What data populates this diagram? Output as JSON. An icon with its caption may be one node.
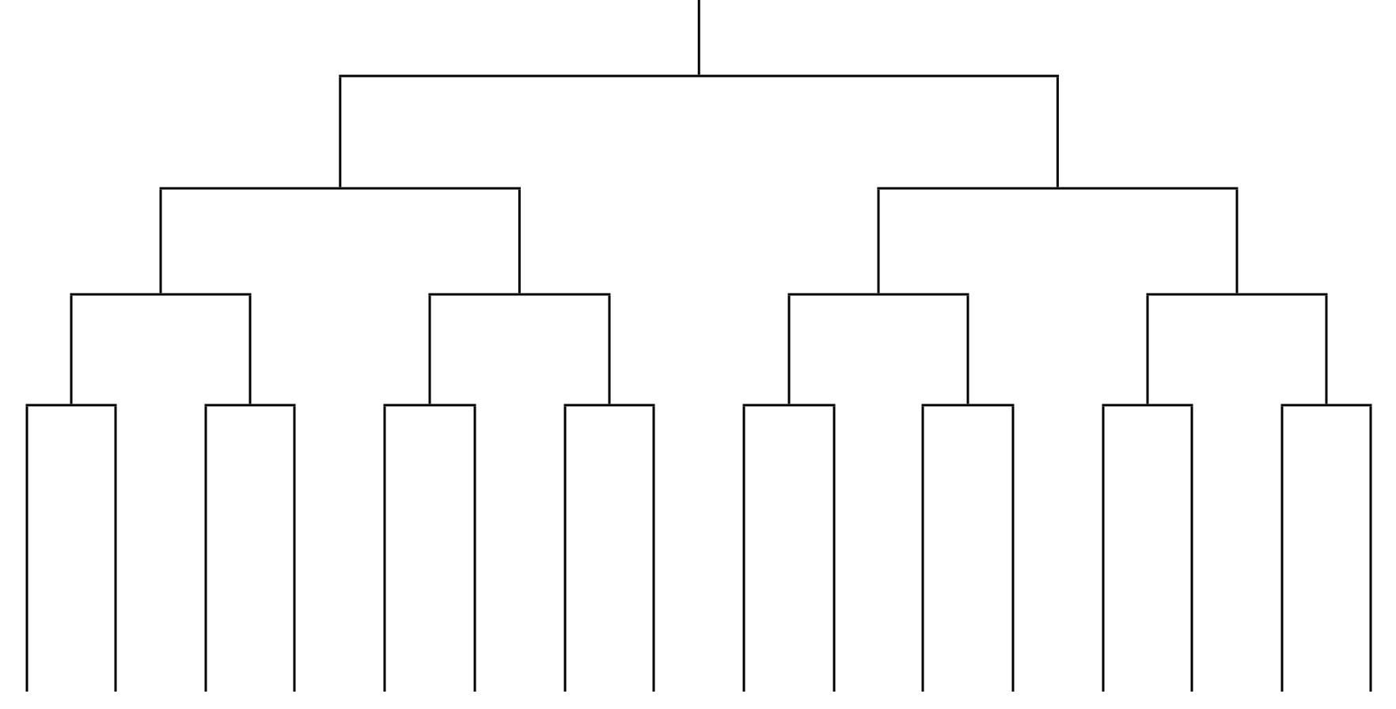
{
  "diagram": {
    "nodes": [
      {
        "text": [],
        "shape": "bar"
      },
      {
        "text": [],
        "shape": "bar"
      },
      {
        "text": [],
        "shape": "bar"
      },
      {
        "text": [],
        "shape": "bar"
      },
      {
        "text": [],
        "shape": "bar"
      },
      {
        "text": [],
        "shape": "bar"
      },
      {
        "text": [],
        "shape": "bar"
      },
      {
        "text": [],
        "shape": "bar"
      },
      {
        "text": [],
        "shape": "bar"
      },
      {
        "text": [],
        "shape": "bar"
      },
      {
        "text": [],
        "shape": "bar"
      },
      {
        "text": [],
        "shape": "bar"
      },
      {
        "text": [],
        "shape": "bar"
      },
      {
        "text": [],
        "shape": "bar"
      },
      {
        "text": [],
        "shape": "bar"
      }
    ],
    "edges": [
      {
        "from": null,
        "to": 0,
        "arrow": "none"
      },
      {
        "from": 0,
        "to": 1,
        "arrow": "none"
      },
      {
        "from": 0,
        "to": 2,
        "arrow": "none"
      },
      {
        "from": 1,
        "to": 3,
        "arrow": "none"
      },
      {
        "from": 1,
        "to": 4,
        "arrow": "none"
      },
      {
        "from": 2,
        "to": 5,
        "arrow": "none"
      },
      {
        "from": 2,
        "to": 6,
        "arrow": "none"
      },
      {
        "from": 3,
        "to": 7,
        "arrow": "none"
      },
      {
        "from": 3,
        "to": 8,
        "arrow": "none"
      },
      {
        "from": 4,
        "to": 9,
        "arrow": "none"
      },
      {
        "from": 4,
        "to": 10,
        "arrow": "none"
      },
      {
        "from": 5,
        "to": 11,
        "arrow": "none"
      },
      {
        "from": 5,
        "to": 12,
        "arrow": "none"
      },
      {
        "from": 6,
        "to": 13,
        "arrow": "none"
      },
      {
        "from": 6,
        "to": 14,
        "arrow": "none"
      },
      {
        "from": 7,
        "to": null,
        "arrow": "none"
      },
      {
        "from": 7,
        "to": null,
        "arrow": "none"
      },
      {
        "from": 8,
        "to": null,
        "arrow": "none"
      },
      {
        "from": 8,
        "to": null,
        "arrow": "none"
      },
      {
        "from": 9,
        "to": null,
        "arrow": "none"
      },
      {
        "from": 9,
        "to": null,
        "arrow": "none"
      },
      {
        "from": 10,
        "to": null,
        "arrow": "none"
      },
      {
        "from": 10,
        "to": null,
        "arrow": "none"
      },
      {
        "from": 11,
        "to": null,
        "arrow": "none"
      },
      {
        "from": 11,
        "to": null,
        "arrow": "none"
      },
      {
        "from": 12,
        "to": null,
        "arrow": "none"
      },
      {
        "from": 12,
        "to": null,
        "arrow": "none"
      },
      {
        "from": 13,
        "to": null,
        "arrow": "none"
      },
      {
        "from": 13,
        "to": null,
        "arrow": "none"
      },
      {
        "from": 14,
        "to": null,
        "arrow": "none"
      },
      {
        "from": 14,
        "to": null,
        "arrow": "none"
      }
    ]
  }
}
